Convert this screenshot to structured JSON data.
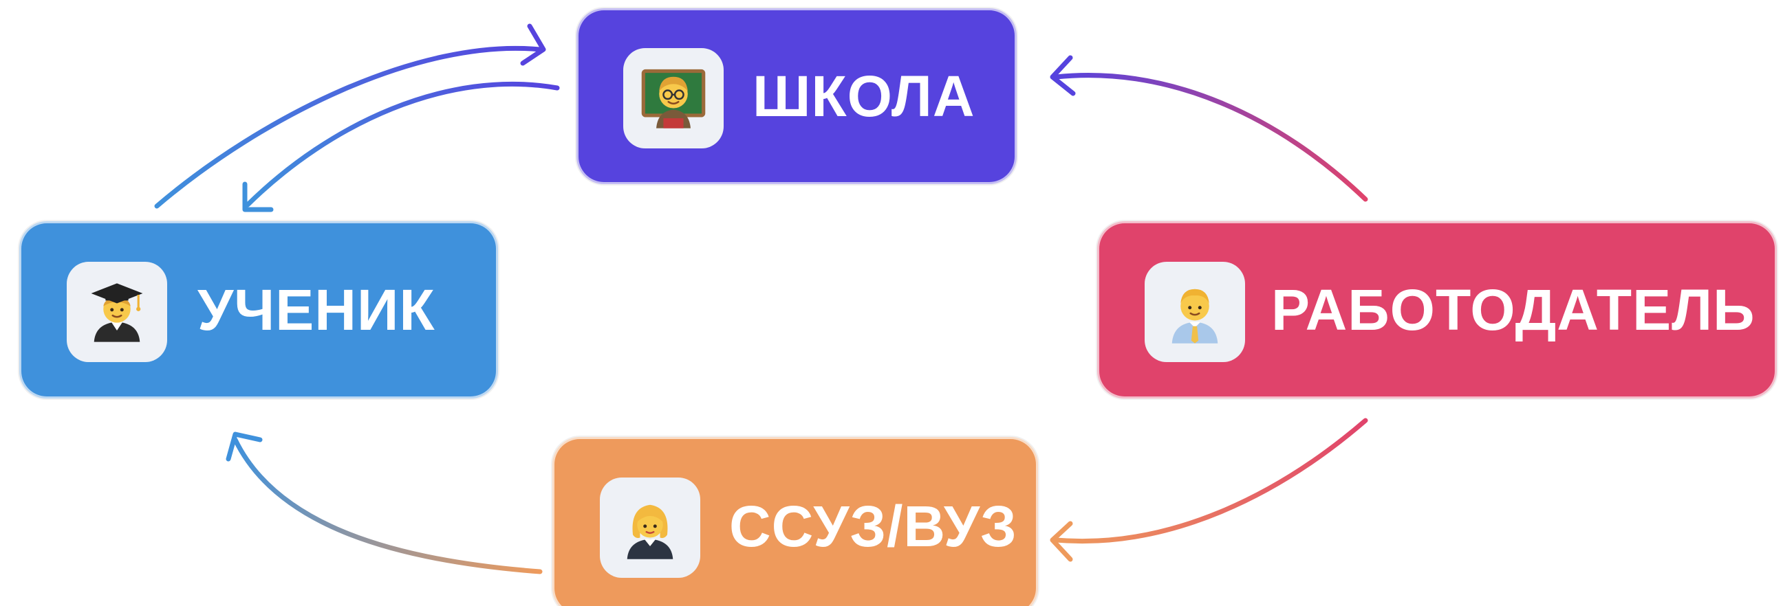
{
  "nodes": {
    "school": {
      "label": "ШКОЛА",
      "color": "#5643de",
      "icon": "teacher-icon"
    },
    "student": {
      "label": "УЧЕНИК",
      "color": "#3f91dc",
      "icon": "graduate-icon"
    },
    "employer": {
      "label": "РАБОТОДАТЕЛЬ",
      "color": "#e0436b",
      "icon": "office-worker-icon"
    },
    "college": {
      "label": "ССУЗ/ВУЗ",
      "color": "#ee9a5c",
      "icon": "woman-office-worker-icon"
    }
  },
  "edges": [
    {
      "from": "student",
      "to": "school"
    },
    {
      "from": "school",
      "to": "student"
    },
    {
      "from": "employer",
      "to": "school"
    },
    {
      "from": "employer",
      "to": "college"
    },
    {
      "from": "college",
      "to": "student"
    }
  ]
}
